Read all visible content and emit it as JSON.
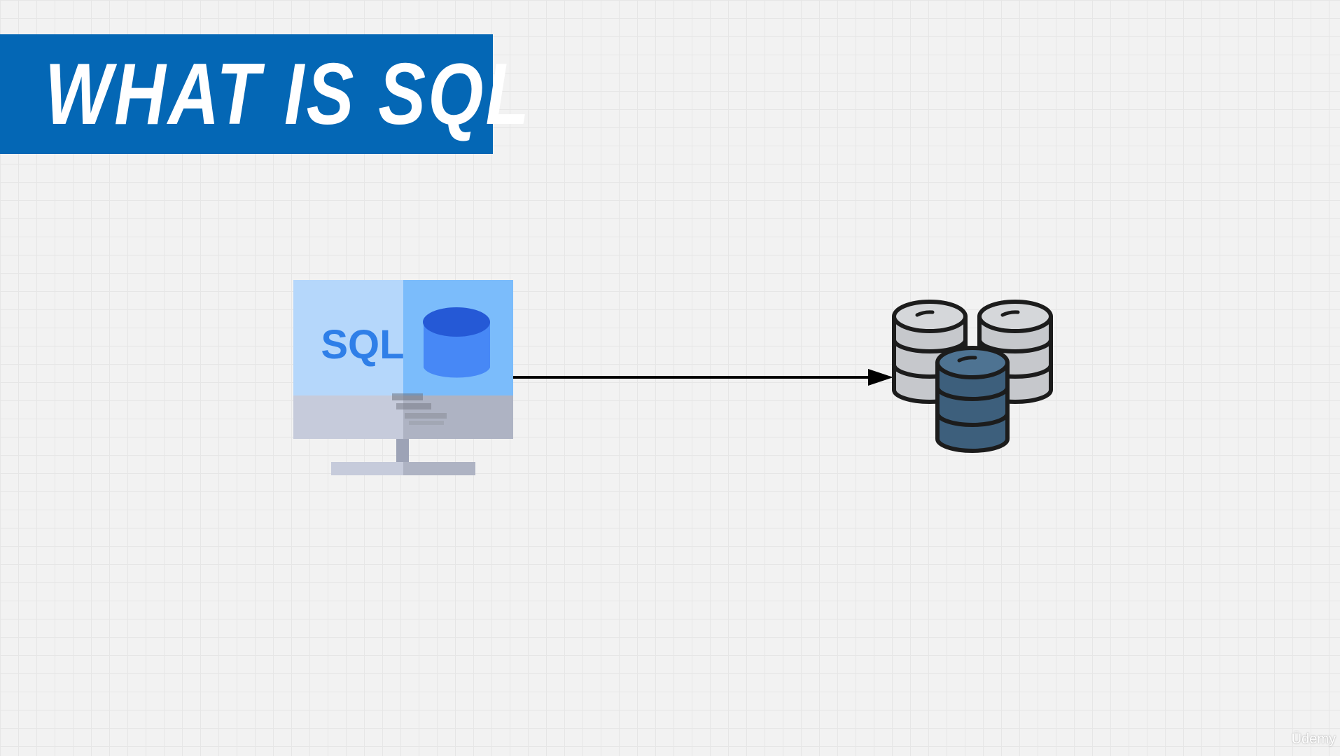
{
  "title": "WHAT IS SQL",
  "client": {
    "screen_label": "SQL",
    "icon": "computer-sql-icon"
  },
  "server": {
    "icon": "database-stack-icon"
  },
  "connector": {
    "icon": "arrow-right-icon"
  },
  "watermark": "Ūdemy",
  "colors": {
    "banner": "#0467b5",
    "background": "#f2f2f2",
    "sql_text": "#2f7fe8",
    "db_dark": "#3d5f7c",
    "db_light": "#c6c8cc"
  }
}
